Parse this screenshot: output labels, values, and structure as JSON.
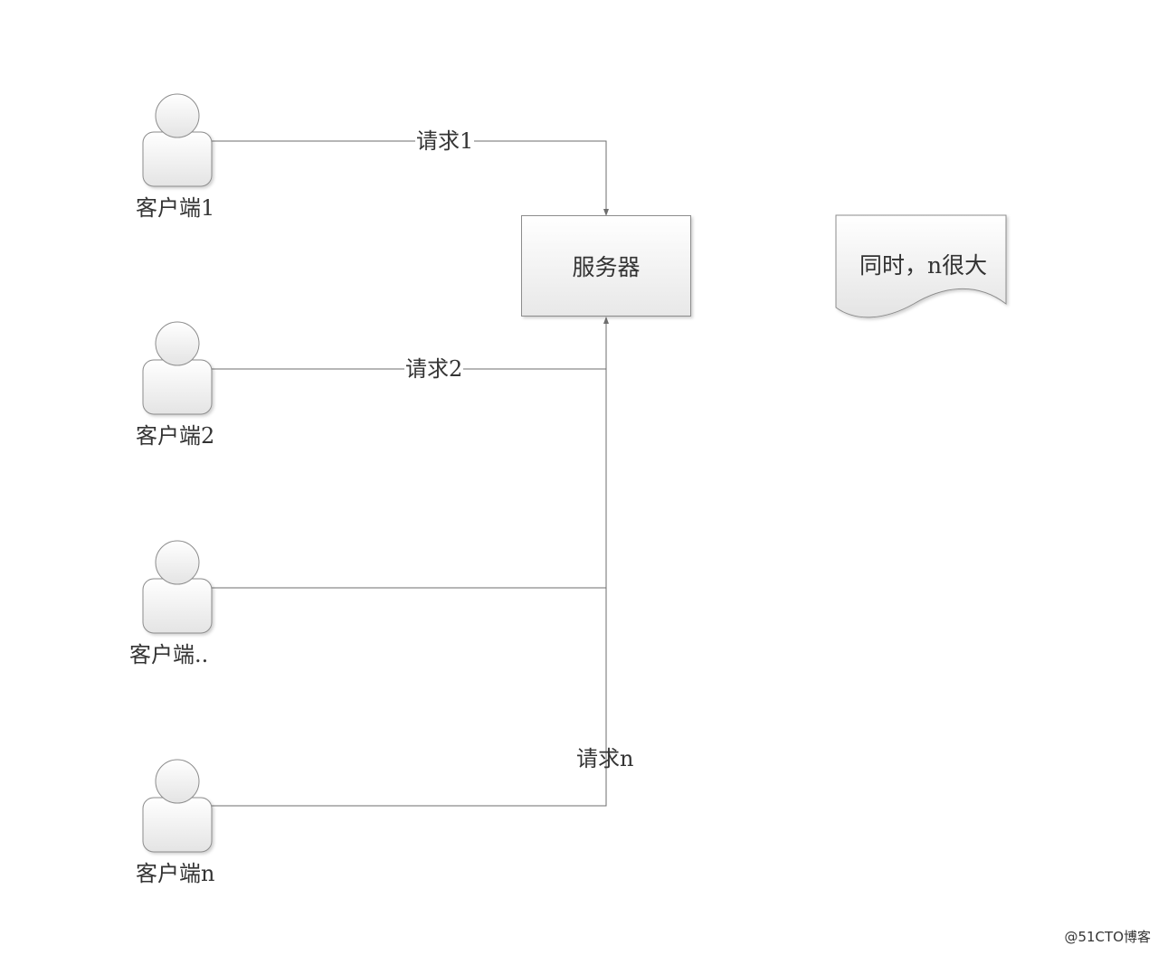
{
  "clients": [
    {
      "label": "客户端1"
    },
    {
      "label": "客户端2"
    },
    {
      "label": "客户端.."
    },
    {
      "label": "客户端n"
    }
  ],
  "requests": [
    {
      "label": "请求1"
    },
    {
      "label": "请求2"
    },
    {
      "label": "请求n"
    }
  ],
  "server": {
    "label": "服务器"
  },
  "note": {
    "label": "同时，n很大"
  },
  "watermark": "@51CTO博客",
  "colors": {
    "line": "#6e6e6e",
    "shape_border": "#8c8c8c",
    "fill_light": "#ffffff",
    "fill_dark": "#e4e4e4"
  }
}
